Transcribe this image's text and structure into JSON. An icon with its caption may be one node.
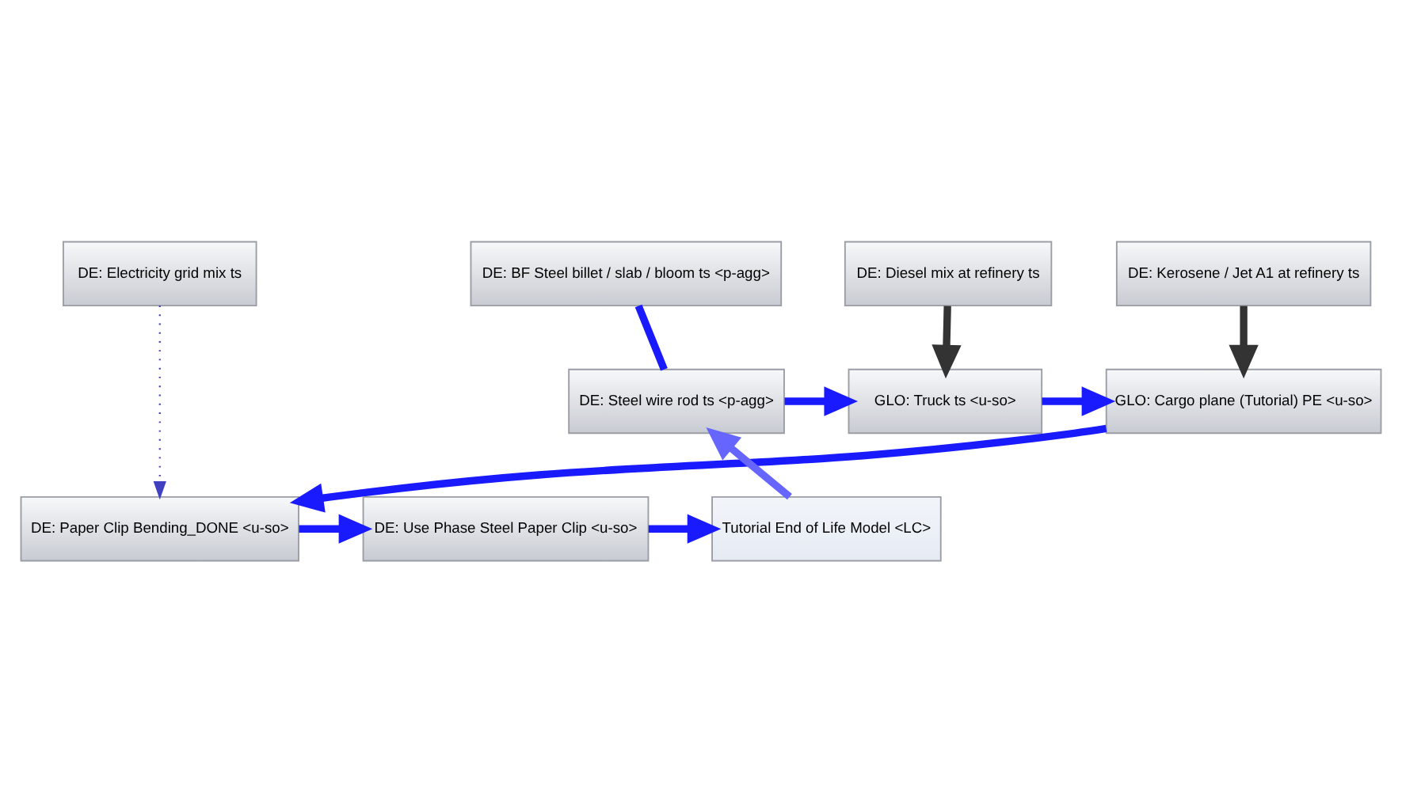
{
  "diagram": {
    "nodes": [
      {
        "text": [
          "DE: Diesel mix at refinery ts"
        ]
      },
      {
        "text": [
          "DE: Kerosene / Jet A1 at refinery ts"
        ]
      },
      {
        "text": [
          "DE: Steel wire rod ts <p-agg>"
        ]
      },
      {
        "text": [
          "GLO: Truck ts <u-so>"
        ]
      },
      {
        "text": [
          "GLO: Cargo plane (Tutorial) PE <u-so>"
        ]
      },
      {
        "text": [
          "DE: BF Steel billet / slab / bloom ts <p-agg>"
        ]
      },
      {
        "text": [
          "DE: Electricity grid mix ts"
        ]
      },
      {
        "text": [
          "Tutorial End of Life Model <LC>"
        ]
      },
      {
        "text": [
          "DE: Use Phase Steel Paper Clip <u-so>"
        ]
      },
      {
        "text": [
          "DE: Paper Clip Bending_DONE <u-so>"
        ]
      }
    ],
    "edges": [
      {
        "from": 0,
        "to": 3,
        "arrow": "to",
        "color": "#333333"
      },
      {
        "from": 1,
        "to": 4,
        "arrow": "to",
        "color": "#333333"
      },
      {
        "from": 2,
        "to": 3,
        "arrow": "to"
      },
      {
        "from": 3,
        "to": 4,
        "arrow": "to"
      },
      {
        "from": 4,
        "to": 9,
        "arrow": "to"
      },
      {
        "from": 9,
        "to": 8,
        "arrow": "to"
      },
      {
        "from": 8,
        "to": 7,
        "arrow": "to"
      },
      {
        "from": 7,
        "to": 2,
        "arrow": "to",
        "color": "#6666ff"
      },
      {
        "from": 5,
        "to": 2,
        "arrow": "none"
      },
      {
        "from": 6,
        "to": 9,
        "arrow": "to",
        "style": "dashed",
        "color": "#4040c0"
      }
    ]
  }
}
